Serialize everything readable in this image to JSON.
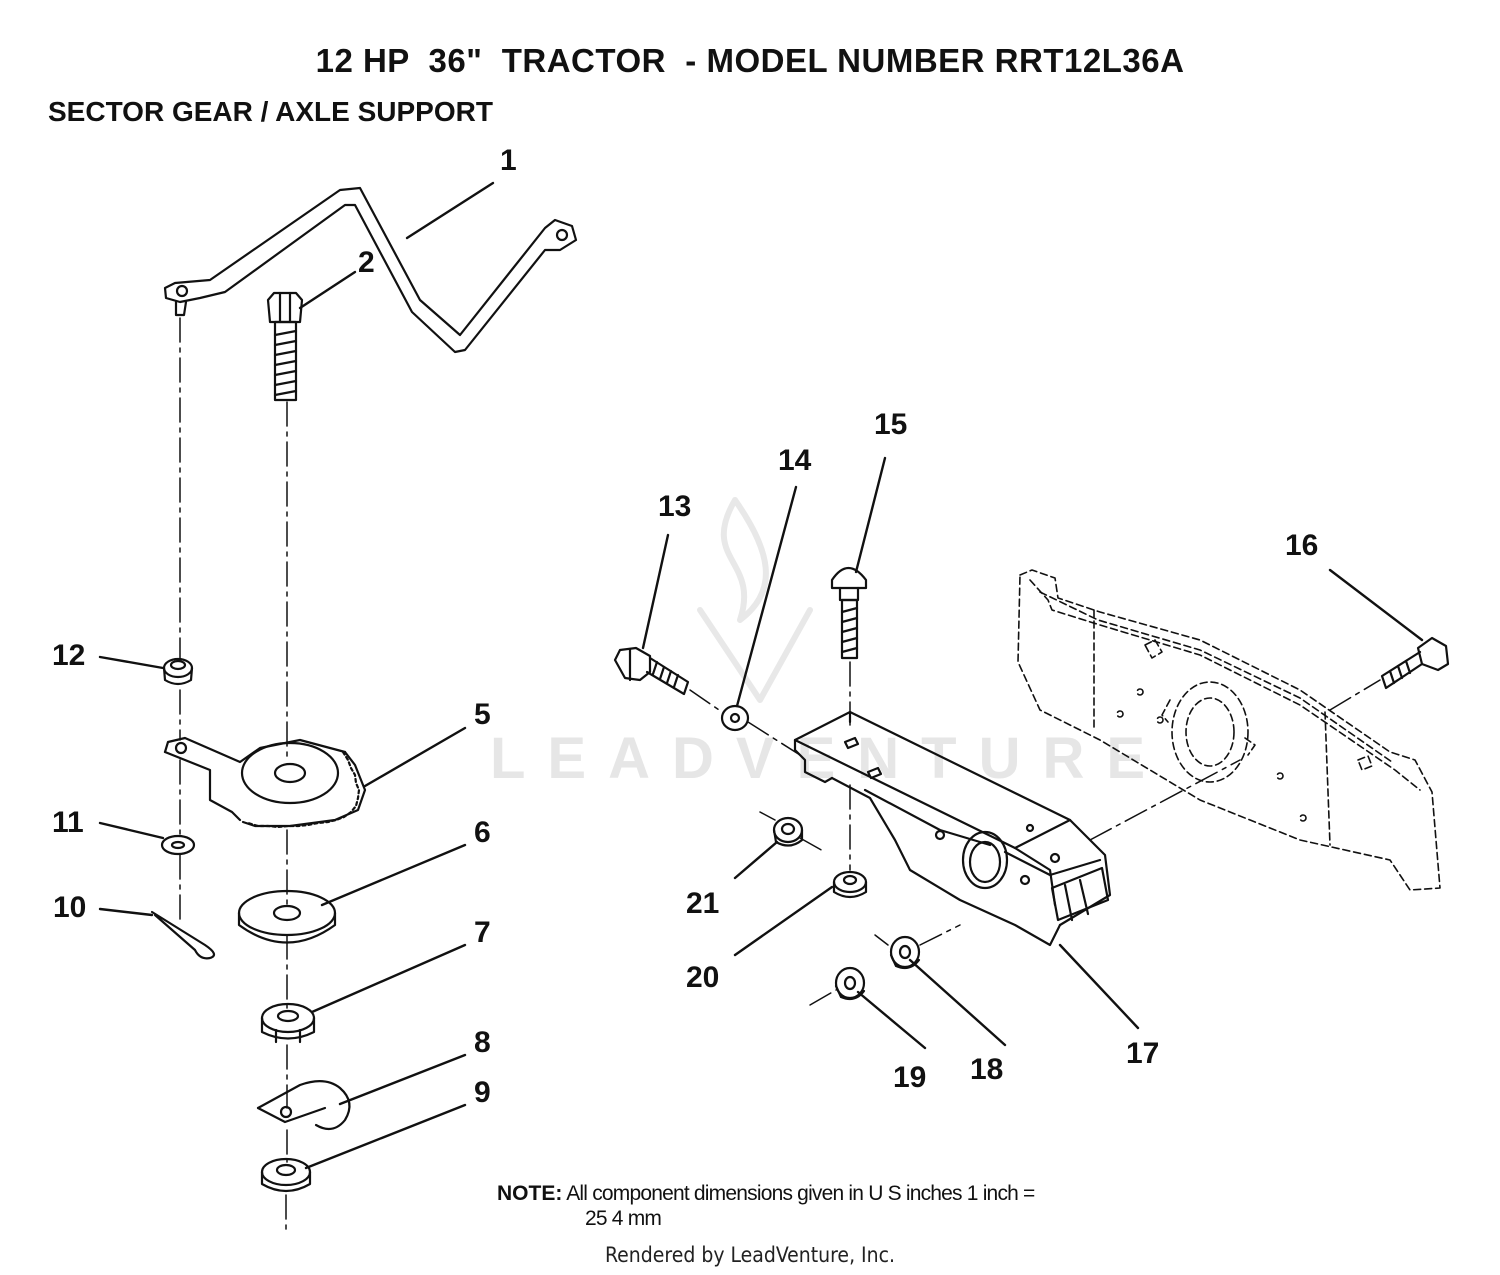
{
  "title": "12 HP  36\"  TRACTOR  - MODEL NUMBER RRT12L36A",
  "subtitle": "SECTOR GEAR / AXLE SUPPORT",
  "callouts": {
    "c1": "1",
    "c2": "2",
    "c5": "5",
    "c6": "6",
    "c7": "7",
    "c8": "8",
    "c9": "9",
    "c10": "10",
    "c11": "11",
    "c12": "12",
    "c13": "13",
    "c14": "14",
    "c15": "15",
    "c16": "16",
    "c17": "17",
    "c18": "18",
    "c19": "19",
    "c20": "20",
    "c21": "21"
  },
  "note": {
    "label": "NOTE:",
    "text_line1": "All component dimensions given in U S  inches 1 inch =",
    "text_line2": "25 4 mm"
  },
  "watermark": "LEADVENTURE",
  "footer": "Rendered by LeadVenture, Inc."
}
